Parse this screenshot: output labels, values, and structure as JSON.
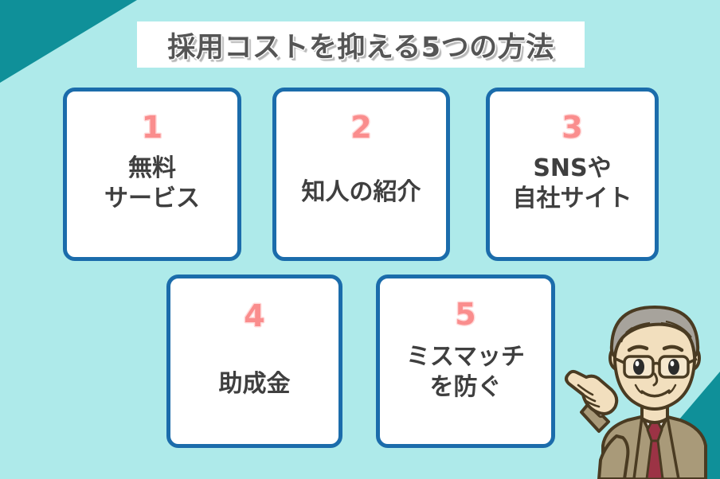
{
  "page": {
    "title": "採用コストを抑える5つの方法",
    "background_color": "#aeeaea",
    "accent_teal": "#0f9099",
    "card_border_color": "#1b6cab",
    "card_fill_color": "#ffffff",
    "number_color": "#fa8d8d",
    "text_color": "#3f3f3f",
    "title_color": "#555555"
  },
  "banner": {
    "text": "採用コストを抑える5つの方法",
    "background_color": "#ffffff"
  },
  "cards": [
    {
      "number": "1",
      "label": "無料\nサービス"
    },
    {
      "number": "2",
      "label": "知人の紹介"
    },
    {
      "number": "3",
      "label": "SNSや\n自社サイト"
    },
    {
      "number": "4",
      "label": "助成金"
    },
    {
      "number": "5",
      "label": "ミスマッチ\nを防ぐ"
    }
  ],
  "mascot": {
    "description": "眼鏡をかけた白髪の男性イラスト（指さし）",
    "skin_color": "#f2dfbe",
    "hair_color": "#a7a39c",
    "suit_color": "#a99a79",
    "tie_color": "#9c3murky",
    "outline_color": "#4a3b22"
  }
}
